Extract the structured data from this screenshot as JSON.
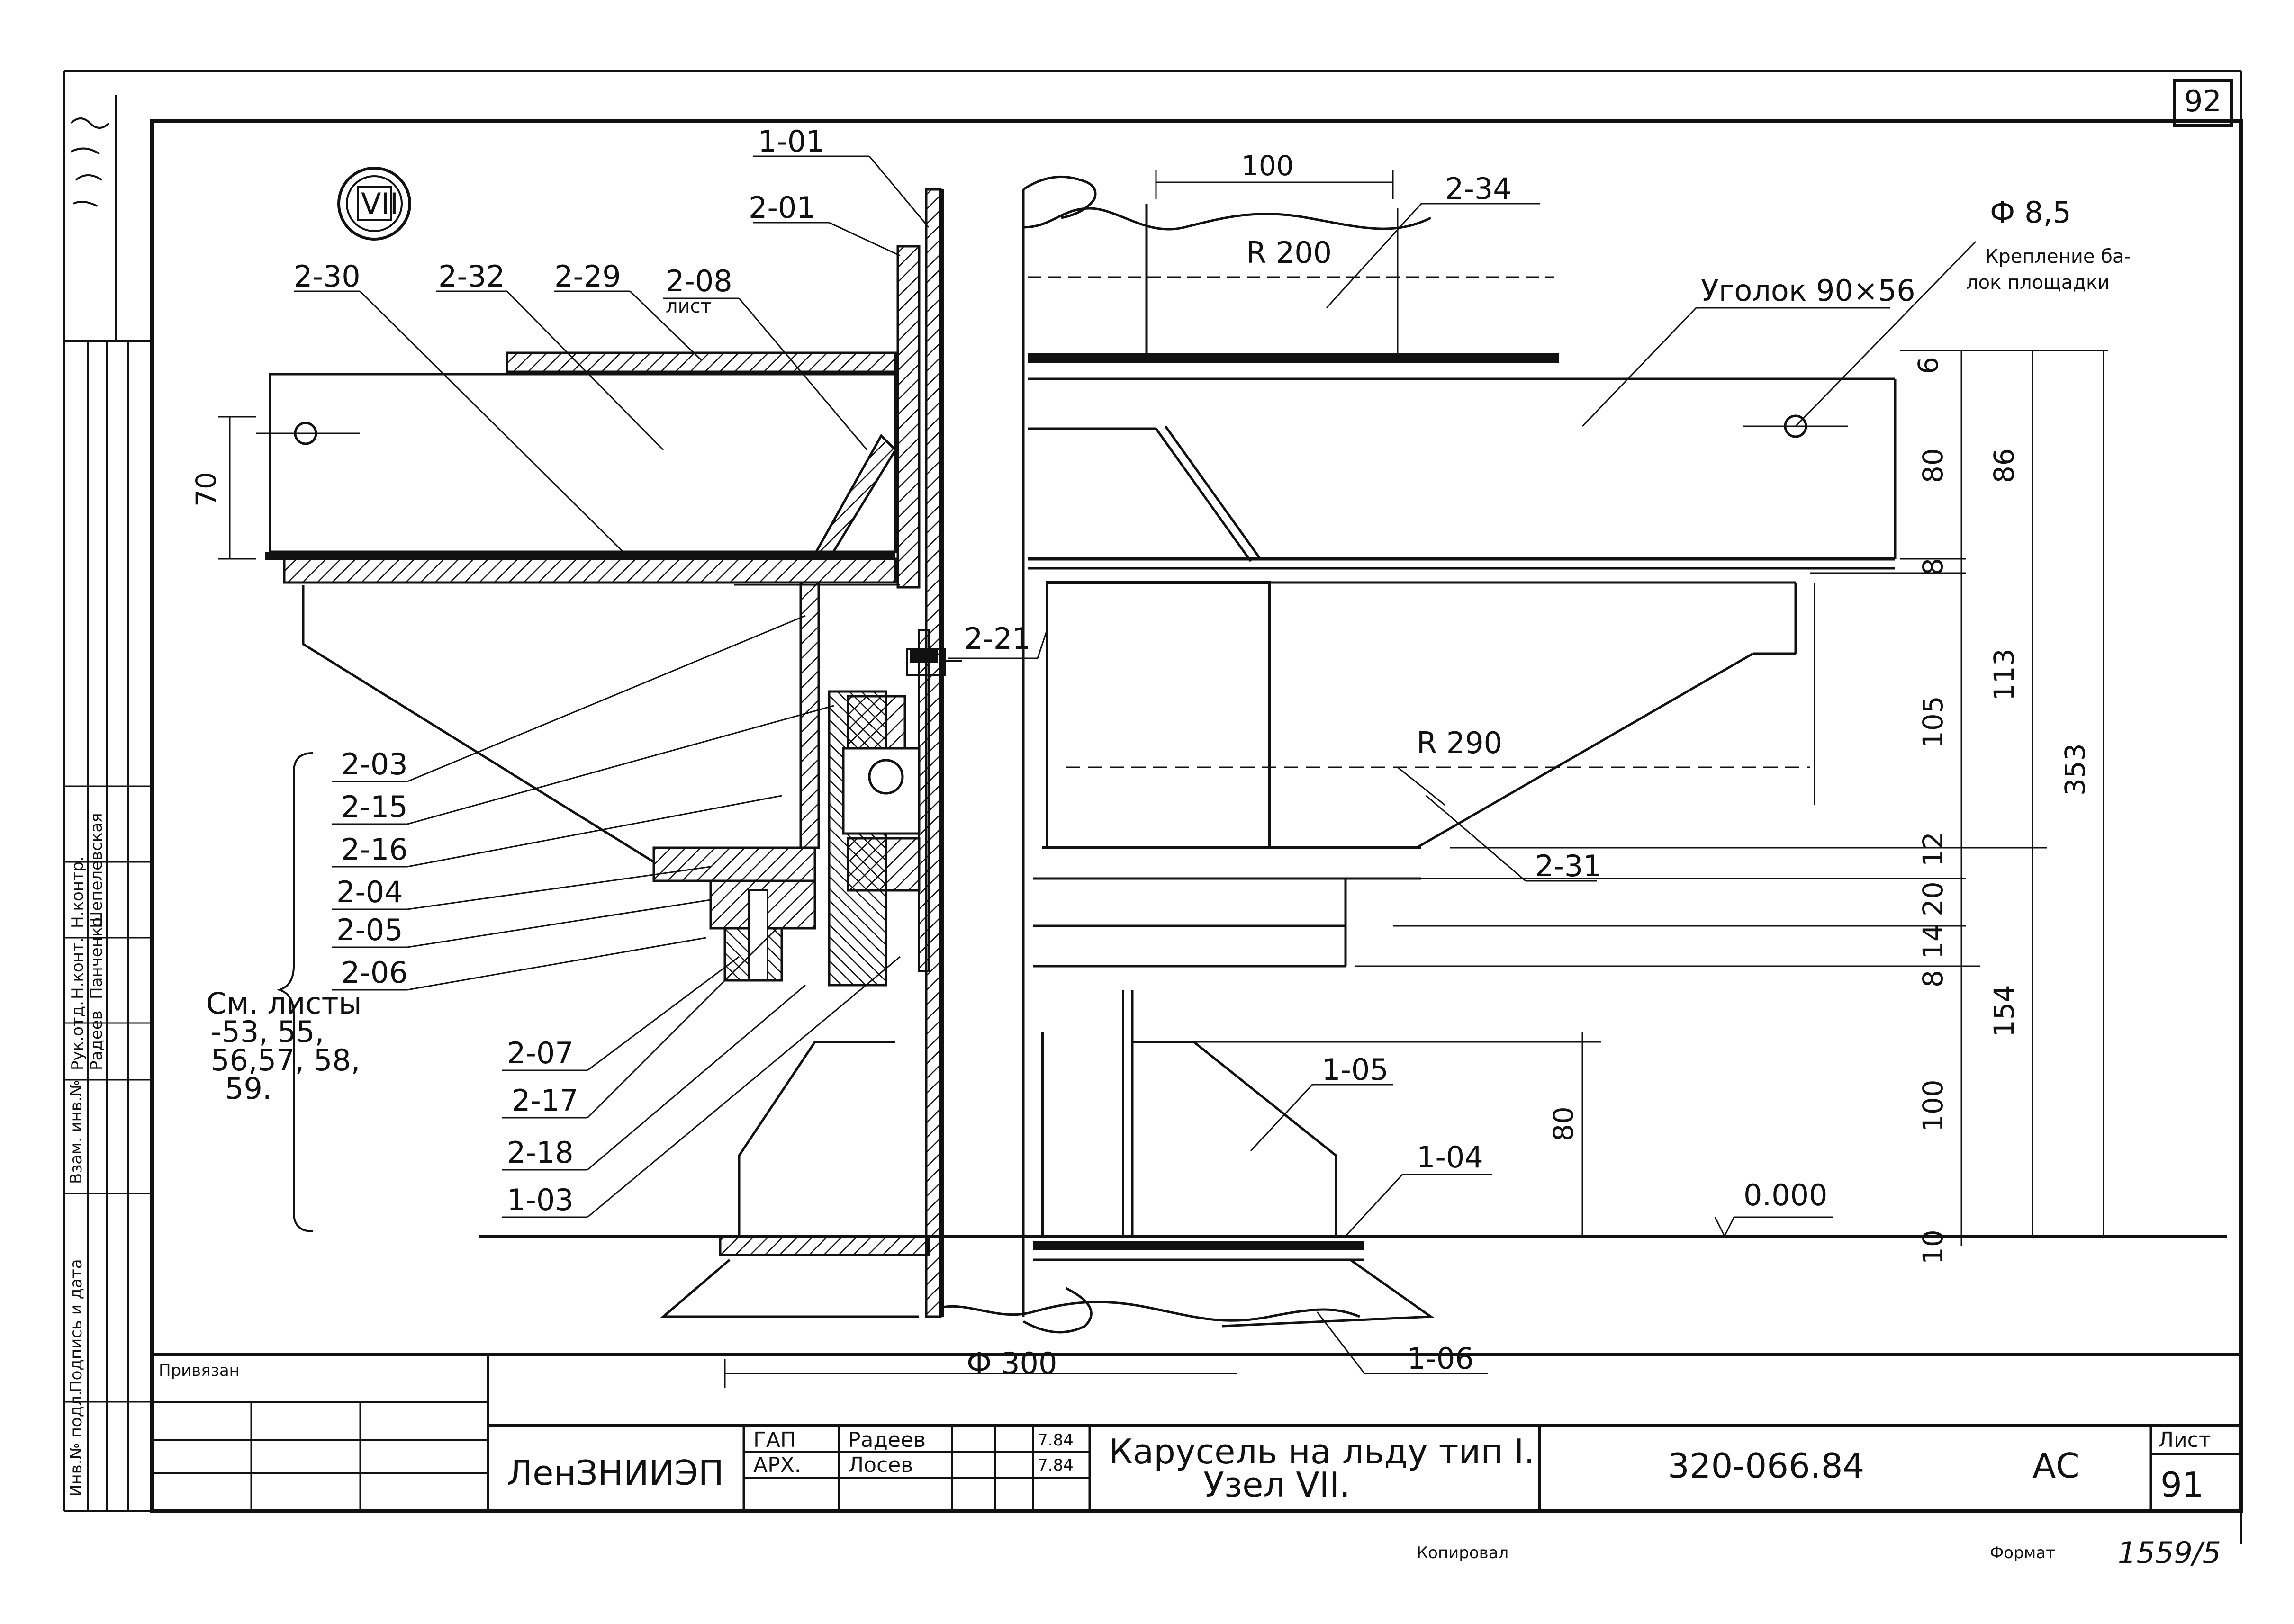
{
  "sheet": {
    "corner_number": "92",
    "detail_mark": "VII",
    "bottom_note_left": "Копировал",
    "bottom_note_right": "Формат",
    "stamp_number": "1559/5"
  },
  "labels": {
    "l_1_01": "1-01",
    "l_2_01": "2-01",
    "l_2_30": "2-30",
    "l_2_32": "2-32",
    "l_2_29": "2-29",
    "l_2_08": "2-08",
    "l_2_08_sub": "лист",
    "l_2_34": "2-34",
    "l_2_21": "2-21",
    "l_2_03": "2-03",
    "l_2_15": "2-15",
    "l_2_16": "2-16",
    "l_2_04": "2-04",
    "l_2_05": "2-05",
    "l_2_06": "2-06",
    "l_2_07": "2-07",
    "l_2_17": "2-17",
    "l_2_18": "2-18",
    "l_1_03": "1-03",
    "l_1_05": "1-05",
    "l_1_04": "1-04",
    "l_1_06": "1-06",
    "l_2_31": "2-31",
    "see_sheets_1": "См. листы",
    "see_sheets_2": "-53, 55,",
    "see_sheets_3": "56,57, 58,",
    "see_sheets_4": "59.",
    "phi_8_5": "Ф 8,5",
    "fastening_1": "Крепление ба-",
    "fastening_2": "лок площадки",
    "angle": "Уголок 90×56",
    "r_200": "R 200",
    "r_290": "R 290",
    "phi_300": "Ф 300",
    "zero_mark": "0.000"
  },
  "dimensions": {
    "d_100_top": "100",
    "d_70": "70",
    "d_6": "6",
    "d_80_a": "80",
    "d_8_a": "8",
    "d_86": "86",
    "d_105": "105",
    "d_113": "113",
    "d_353": "353",
    "d_12": "12",
    "d_20": "20",
    "d_14": "14",
    "d_8_b": "8",
    "d_154": "154",
    "d_100_mid": "100",
    "d_80_b": "80",
    "d_10": "10"
  },
  "left_stamp": {
    "roles": [
      "Рук.отд.",
      "Н.конт.",
      "Н.контр."
    ],
    "names": [
      "Радеев",
      "Панченко",
      "Шепелевская"
    ],
    "columns": [
      "Инв.№ подл.",
      "Подпись и дата",
      "Взам. инв.№"
    ]
  },
  "title_block": {
    "bound_label": "Привязан",
    "org": "ЛенЗНИИЭП",
    "role1": "ГАП",
    "name1": "Радеев",
    "date1": "7.84",
    "role2": "АРХ.",
    "name2": "Лосев",
    "date2": "7.84",
    "title_line1": "Карусель на льду тип I.",
    "title_line2": "Узел VII.",
    "doc_code": "320-066.84",
    "stage": "АС",
    "sheet_label": "Лист",
    "sheet_number": "91"
  }
}
